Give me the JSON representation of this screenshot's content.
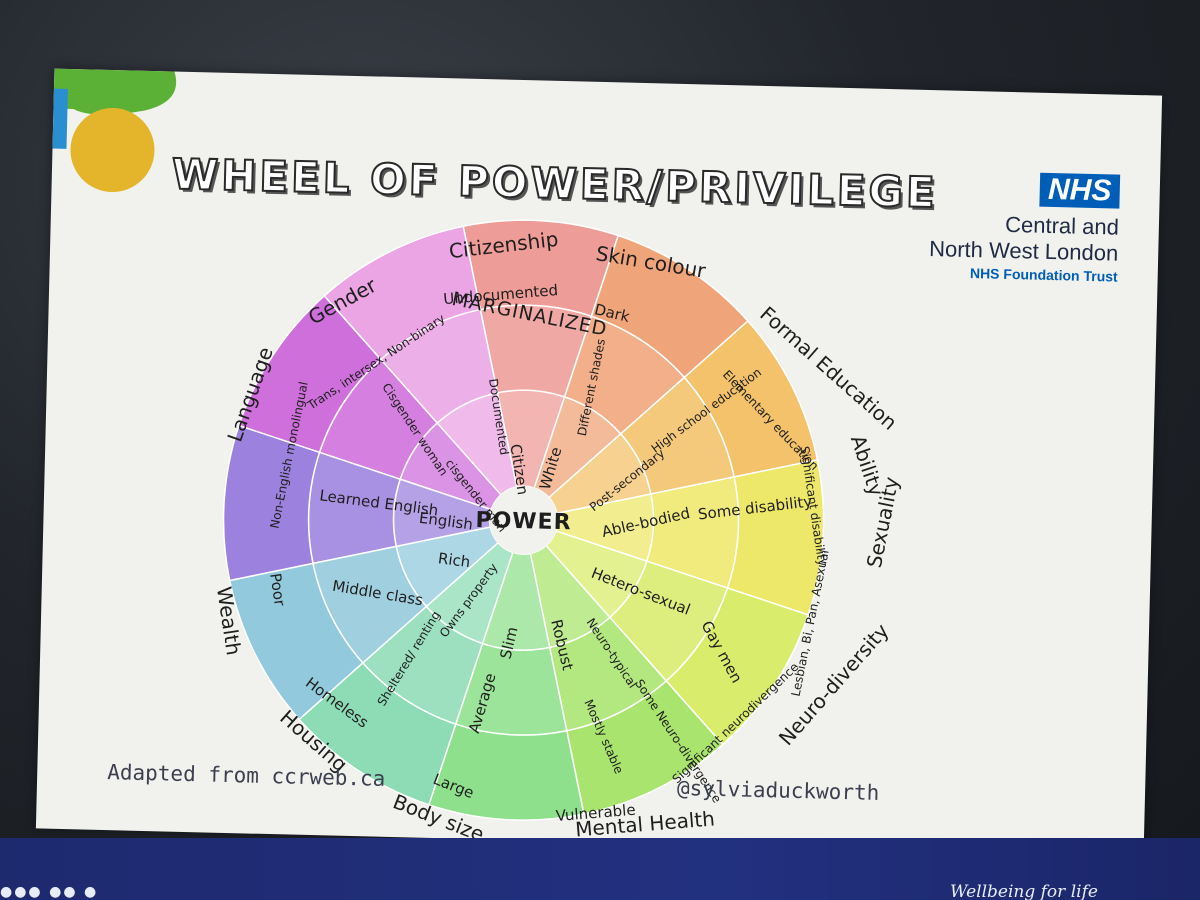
{
  "title": "WHEEL OF POWER/PRIVILEGE",
  "logo": {
    "mark": "NHS",
    "line1": "Central and",
    "line2": "North West London",
    "line3": "NHS Foundation Trust"
  },
  "wheel": {
    "center": "POWER",
    "outer_label": "MARGINALIZED",
    "categories": {
      "citizenship": "Citizenship",
      "skin_colour": "Skin colour",
      "formal_education": "Formal Education",
      "ability": "Ability",
      "sexuality": "Sexuality",
      "neurodiversity": "Neuro-diversity",
      "mental_health": "Mental Health",
      "body_size": "Body size",
      "housing": "Housing",
      "wealth": "Wealth",
      "language": "Language",
      "gender": "Gender"
    },
    "labels": {
      "undocumented": "Undocumented",
      "documented": "Documented",
      "citizen": "Citizen",
      "dark": "Dark",
      "different_shades": "Different shades",
      "white": "White",
      "elementary": "Elementary education",
      "high_school": "High school education",
      "post_secondary": "Post-secondary",
      "significant_disability": "Significant disability",
      "some_disability": "Some disability",
      "able_bodied": "Able-bodied",
      "lgbpa": "Lesbian, Bi, Pan, Asexual",
      "gay_men": "Gay men",
      "heterosexual": "Hetero-sexual",
      "significant_neurodivergence": "Significant neurodivergence",
      "some_neurodivergence": "Some Neuro-divergence",
      "neurotypical": "Neuro-typical",
      "vulnerable": "Vulnerable",
      "mostly_stable": "Mostly stable",
      "robust": "Robust",
      "large": "Large",
      "average": "Average",
      "slim": "Slim",
      "homeless": "Homeless",
      "sheltered_renting": "Sheltered/ renting",
      "owns_property": "Owns property",
      "poor": "Poor",
      "middle_class": "Middle class",
      "rich": "Rich",
      "non_english": "Non-English monolingual",
      "learned_english": "Learned English",
      "english": "English",
      "trans": "Trans, intersex, Non-binary",
      "cisgender_woman": "Cisgender woman",
      "cisgender_man": "cisgender man"
    },
    "colors": {
      "citizenship": "#ee9c98",
      "skin_colour": "#f0a47a",
      "formal_education": "#f3c26a",
      "ability": "#eee86a",
      "sexuality": "#d9ec6c",
      "neurodiversity": "#a9e46e",
      "mental_health": "#8fe08c",
      "body_size": "#8edcb6",
      "housing": "#93c9dc",
      "wealth": "#9c82de",
      "language": "#cf6fdc",
      "gender": "#eba4e4"
    }
  },
  "credits": {
    "left": "Adapted from ccrweb.ca",
    "right": "@sylviaduckworth"
  },
  "footer": {
    "tagline": "Wellbeing for life",
    "dots": "●●● ●● ●"
  }
}
